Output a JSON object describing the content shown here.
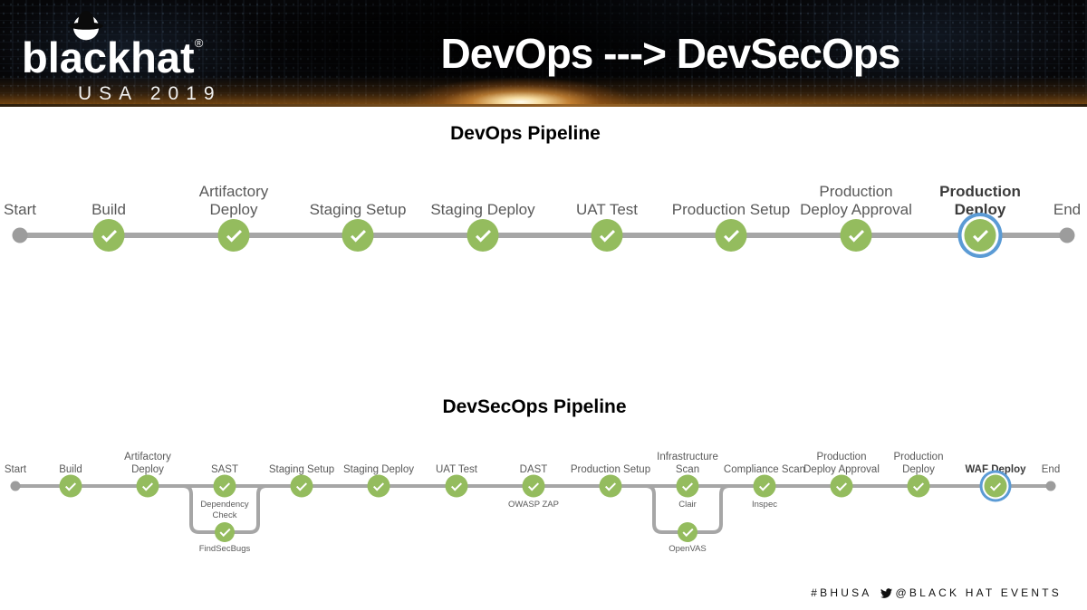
{
  "header": {
    "title": "DevOps ---> DevSecOps",
    "logo": {
      "brand": "blackhat",
      "registered": "®",
      "subtitle": "USA 2019"
    }
  },
  "colors": {
    "node_green": "#94bc5e",
    "line_gray": "#a6a6a6",
    "terminal_gray": "#9c9c9c",
    "current_ring_blue": "#5b9bd5"
  },
  "devops": {
    "title": "DevOps Pipeline",
    "stages": [
      {
        "label": "Start",
        "type": "start"
      },
      {
        "label": "Build",
        "type": "done"
      },
      {
        "label": "Artifactory\nDeploy",
        "type": "done"
      },
      {
        "label": "Staging Setup",
        "type": "done"
      },
      {
        "label": "Staging Deploy",
        "type": "done"
      },
      {
        "label": "UAT Test",
        "type": "done"
      },
      {
        "label": "Production Setup",
        "type": "done"
      },
      {
        "label": "Production\nDeploy Approval",
        "type": "done"
      },
      {
        "label": "Production\nDeploy",
        "type": "current"
      },
      {
        "label": "End",
        "type": "end"
      }
    ]
  },
  "devsecops": {
    "title": "DevSecOps Pipeline",
    "stages": [
      {
        "label": "Start",
        "type": "start"
      },
      {
        "label": "Build",
        "type": "done"
      },
      {
        "label": "Artifactory\nDeploy",
        "type": "done"
      },
      {
        "label": "SAST",
        "type": "done",
        "tool": "Dependency\nCheck",
        "branch_tool": "FindSecBugs"
      },
      {
        "label": "Staging Setup",
        "type": "done"
      },
      {
        "label": "Staging Deploy",
        "type": "done"
      },
      {
        "label": "UAT Test",
        "type": "done"
      },
      {
        "label": "DAST",
        "type": "done",
        "tool": "OWASP ZAP"
      },
      {
        "label": "Production Setup",
        "type": "done"
      },
      {
        "label": "Infrastructure\nScan",
        "type": "done",
        "tool": "Clair",
        "branch_tool": "OpenVAS"
      },
      {
        "label": "Compliance Scan",
        "type": "done",
        "tool": "Inspec"
      },
      {
        "label": "Production\nDeploy Approval",
        "type": "done"
      },
      {
        "label": "Production\nDeploy",
        "type": "done"
      },
      {
        "label": "WAF Deploy",
        "type": "current"
      },
      {
        "label": "End",
        "type": "end"
      }
    ]
  },
  "footer": {
    "hashtag": "#BHUSA",
    "handle": "@BLACK HAT EVENTS"
  }
}
